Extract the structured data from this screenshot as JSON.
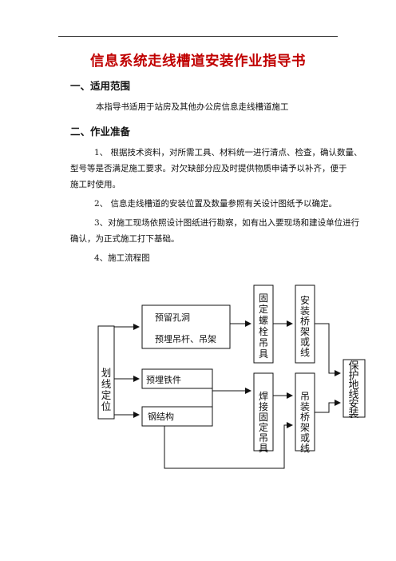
{
  "title": "信息系统走线槽道安装作业指导书",
  "section1": {
    "heading": "一、适用范围",
    "text": "本指导书适用于站房及其他办公房信息走线槽道施工"
  },
  "section2": {
    "heading": "二、作业准备",
    "item1_line1": "1、  根据技术资料，对所需工具、材料统一进行清点、检查，确认数量、",
    "item1_line2": "型号等是否满足施工要求。对欠缺部分应及时提供物质申请予以补齐，便于",
    "item1_line3": "施工时使用。",
    "item2": "2、  信息走线槽道的安装位置及数量参照有关设计图纸予以确定。",
    "item3_line1": "3、对施工现场依照设计图纸进行勘察，如有出入要现场和建设单位进行",
    "item3_line2": "确认，为正式施工打下基础。",
    "item4": "4、施工流程图"
  },
  "flowchart": {
    "start": [
      "划",
      "线",
      "定",
      "位"
    ],
    "reserve_line1": "预留孔洞",
    "reserve_line2": "预埋吊杆、吊架",
    "embed_iron": "预埋铁件",
    "steel": "钢结构",
    "fix_bolt": [
      "固",
      "定",
      "螺",
      "栓",
      "吊",
      "具"
    ],
    "weld_fix": [
      "焊",
      "接",
      "固",
      "定",
      "吊",
      "具"
    ],
    "install_bridge": [
      "安",
      "装",
      "桥",
      "架",
      "或",
      "线"
    ],
    "hang_bridge": [
      "吊",
      "装",
      "桥",
      "架",
      "或",
      "线"
    ],
    "protect": [
      "保",
      "护",
      "地",
      "线",
      "安",
      "装"
    ]
  }
}
